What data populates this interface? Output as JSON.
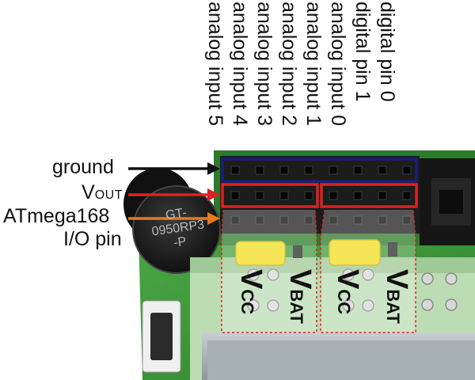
{
  "column_labels": [
    "analog input 5",
    "analog input 4",
    "analog input 3",
    "analog input 2",
    "analog input 1",
    "analog input 0",
    "digital pin 1",
    "digital pin 0"
  ],
  "row_labels": {
    "ground": "ground",
    "vout_main": "V",
    "vout_sub": "OUT",
    "io_line1": "ATmega168",
    "io_line2": "I/O pin"
  },
  "board_labels": {
    "buzzer_line1": "GT-",
    "buzzer_line2": "0950RP3",
    "buzzer_line3": "-P",
    "vcc_main": "V",
    "vcc_sub": "CC",
    "vbat_main": "V",
    "vbat_sub": "BAT"
  },
  "colors": {
    "ground_arrow": "#111111",
    "vout_arrow": "#e02020",
    "io_arrow": "#e87a1c",
    "ground_box": "#1a1f7a",
    "vout_box": "#e02020",
    "pcb_green": "#3f9a3a",
    "header_black": "#1c1c1c"
  }
}
